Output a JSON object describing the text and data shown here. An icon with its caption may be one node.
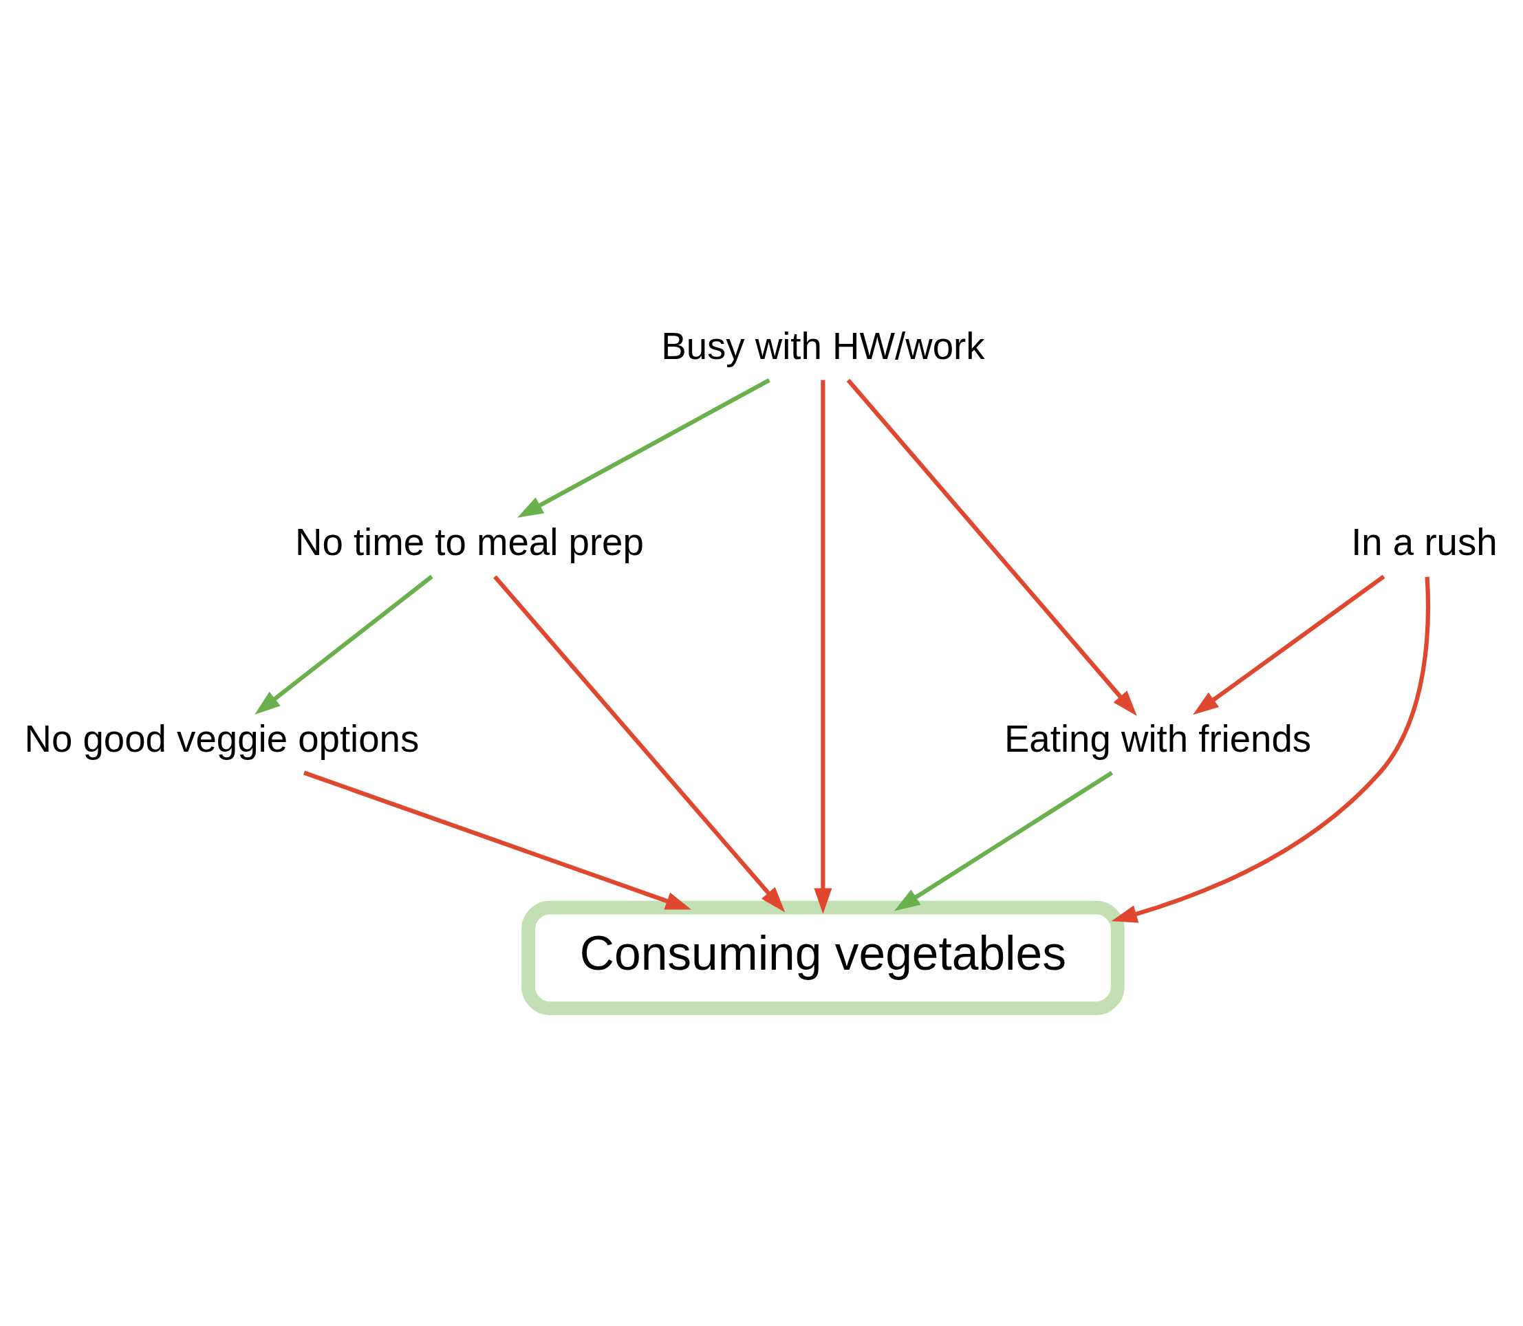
{
  "diagram": {
    "nodes": [
      {
        "text": [
          "Eating with friends"
        ]
      },
      {
        "text": [
          "Busy with HW/work"
        ]
      },
      {
        "text": [
          "In a rush"
        ]
      },
      {
        "text": [
          "No good veggie options"
        ]
      },
      {
        "text": [
          "No time to meal prep"
        ]
      },
      {
        "text": [
          "Consuming vegetables"
        ]
      }
    ],
    "edges": [
      {
        "from": 1,
        "to": 0,
        "arrow": "to"
      },
      {
        "from": 2,
        "to": 0,
        "arrow": "to"
      },
      {
        "from": 0,
        "to": 5,
        "arrow": "to",
        "color": "#6ab04c"
      },
      {
        "from": 1,
        "to": 4,
        "arrow": "to",
        "color": "#6ab04c"
      },
      {
        "from": 4,
        "to": 3,
        "arrow": "to",
        "color": "#6ab04c"
      },
      {
        "from": 3,
        "to": 5,
        "arrow": "to"
      },
      {
        "from": 1,
        "to": 5,
        "arrow": "to"
      },
      {
        "from": 2,
        "to": 5,
        "arrow": "to"
      },
      {
        "from": 4,
        "to": 5,
        "arrow": "to"
      }
    ]
  }
}
